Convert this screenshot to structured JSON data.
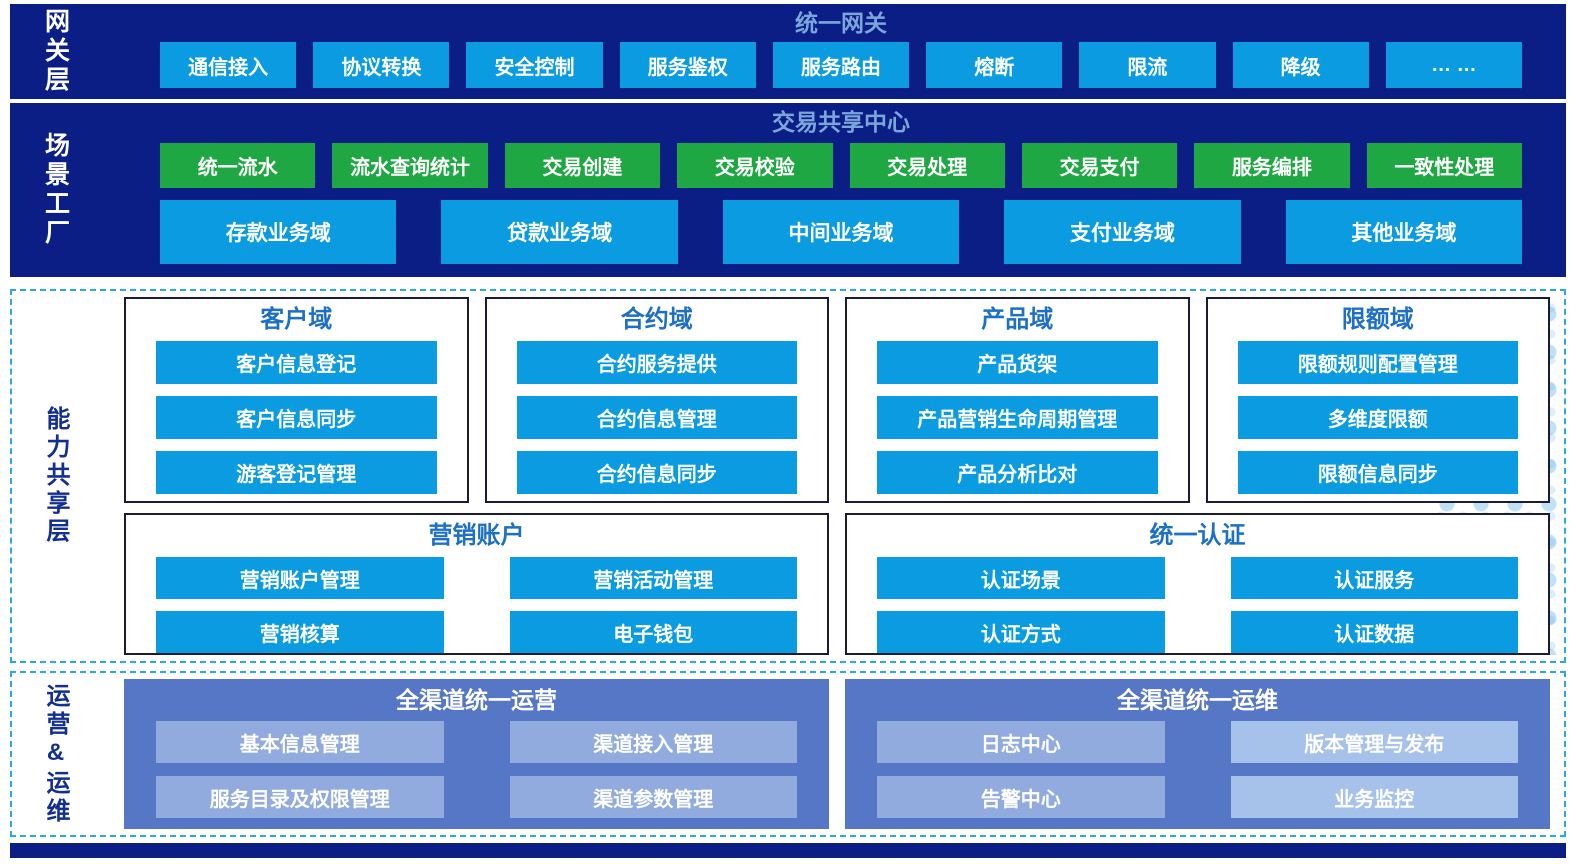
{
  "gateway": {
    "label": "网关层",
    "title": "统一网关",
    "items": [
      "通信接入",
      "协议转换",
      "安全控制",
      "服务鉴权",
      "服务路由",
      "熔断",
      "限流",
      "降级",
      "… …"
    ]
  },
  "scenario": {
    "label": "场景工厂",
    "title": "交易共享中心",
    "service_items": [
      "统一流水",
      "流水查询统计",
      "交易创建",
      "交易校验",
      "交易处理",
      "交易支付",
      "服务编排",
      "一致性处理"
    ],
    "domain_items": [
      "存款业务域",
      "贷款业务域",
      "中间业务域",
      "支付业务域",
      "其他业务域"
    ]
  },
  "capability": {
    "label": "能力共享层",
    "groups": [
      {
        "title": "客户域",
        "items": [
          "客户信息登记",
          "客户信息同步",
          "游客登记管理"
        ]
      },
      {
        "title": "合约域",
        "items": [
          "合约服务提供",
          "合约信息管理",
          "合约信息同步"
        ]
      },
      {
        "title": "产品域",
        "items": [
          "产品货架",
          "产品营销生命周期管理",
          "产品分析比对"
        ]
      },
      {
        "title": "限额域",
        "items": [
          "限额规则配置管理",
          "多维度限额",
          "限额信息同步"
        ]
      },
      {
        "title": "营销账户",
        "items": [
          "营销账户管理",
          "营销活动管理",
          "营销核算",
          "电子钱包"
        ]
      },
      {
        "title": "统一认证",
        "items": [
          "认证场景",
          "认证服务",
          "认证方式",
          "认证数据"
        ]
      }
    ]
  },
  "operations": {
    "label": "运营&运维",
    "panels": [
      {
        "title": "全渠道统一运营",
        "items": [
          "基本信息管理",
          "渠道接入管理",
          "服务目录及权限管理",
          "渠道参数管理"
        ]
      },
      {
        "title": "全渠道统一运维",
        "items": [
          "日志中心",
          "版本管理与发布",
          "告警中心",
          "业务监控"
        ]
      }
    ]
  },
  "colors": {
    "navy_band": "#0a1e86",
    "azure_node": "#0a9be0",
    "green_node": "#1fa743",
    "band_title_text": "#7ca6da",
    "group_title_text": "#1d70c4",
    "group_border": "#1b1b33",
    "dashed_border": "#29abe2",
    "ops_panel": "#5577c5",
    "ops_item": "#92abde",
    "ops_item_light": "#a6c2ea",
    "vertical_label_dark": "#132f90"
  }
}
